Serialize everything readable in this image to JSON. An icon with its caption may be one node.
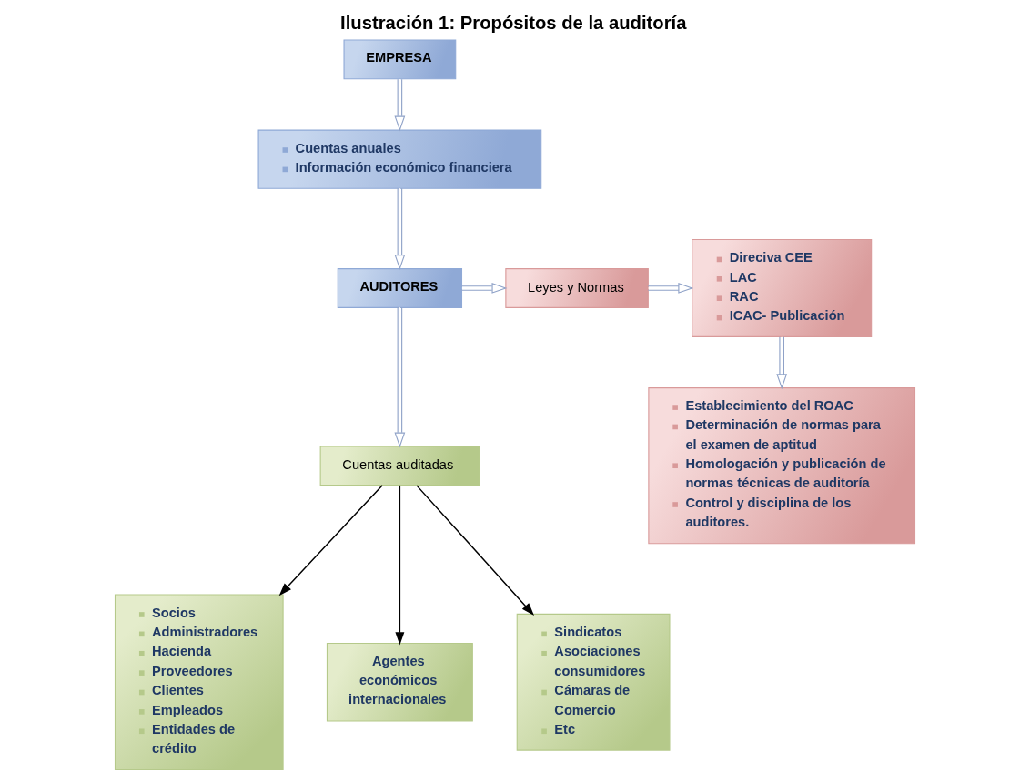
{
  "diagram": {
    "title": "Ilustración 1: Propósitos de la auditoría",
    "nodes": [
      {
        "text": [
          "EMPRESA"
        ]
      },
      {
        "text": [
          "Cuentas anuales",
          "Información económico financiera"
        ]
      },
      {
        "text": [
          "AUDITORES"
        ]
      },
      {
        "text": [
          "Leyes y Normas"
        ]
      },
      {
        "text": [
          "Direciva CEE",
          "LAC",
          "RAC",
          "ICAC- Publicación"
        ]
      },
      {
        "text": [
          "Establecimiento del ROAC",
          "Determinación de normas para el examen de aptitud",
          "Homologación y publicación de normas técnicas de auditoría",
          "Control y disciplina de los auditores."
        ]
      },
      {
        "text": [
          "Cuentas auditadas"
        ]
      },
      {
        "text": [
          "Socios",
          "Administradores",
          "Hacienda",
          "Proveedores",
          "Clientes",
          "Empleados",
          "Entidades de crédito"
        ]
      },
      {
        "text": [
          "Agentes económicos internacionales"
        ]
      },
      {
        "text": [
          "Sindicatos",
          "Asociaciones consumidores",
          "Cámaras de Comercio",
          "Etc"
        ]
      }
    ],
    "edges": [
      {
        "from": 0,
        "to": 1,
        "arrow": "to"
      },
      {
        "from": 1,
        "to": 2,
        "arrow": "to"
      },
      {
        "from": 2,
        "to": 3,
        "arrow": "to"
      },
      {
        "from": 3,
        "to": 4,
        "arrow": "to"
      },
      {
        "from": 4,
        "to": 5,
        "arrow": "to"
      },
      {
        "from": 2,
        "to": 6,
        "arrow": "to"
      },
      {
        "from": 6,
        "to": 7,
        "arrow": "to",
        "color": "#000000"
      },
      {
        "from": 6,
        "to": 8,
        "arrow": "to",
        "color": "#000000"
      },
      {
        "from": 6,
        "to": 9,
        "arrow": "to",
        "color": "#000000"
      }
    ]
  }
}
